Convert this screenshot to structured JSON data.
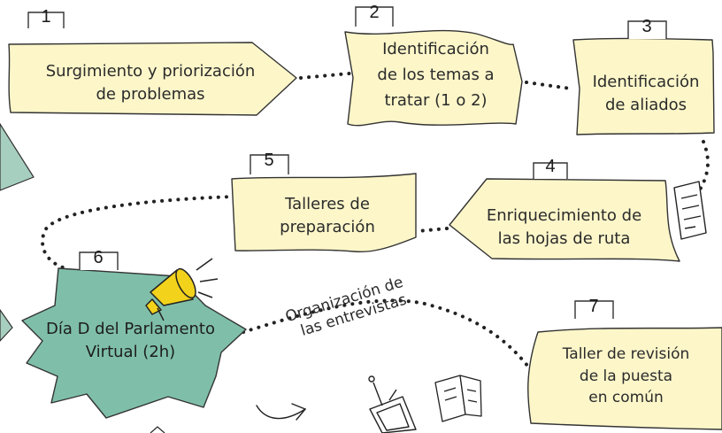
{
  "colors": {
    "step_fill": "#fcf6c9",
    "step_stroke": "#333333",
    "event_fill": "#7fbfa9",
    "side_fill": "#a7cfc0",
    "dots": "#222222"
  },
  "steps": [
    {
      "number": "1",
      "lines": [
        "Surgimiento y priorización",
        "de problemas"
      ]
    },
    {
      "number": "2",
      "lines": [
        "Identificación",
        "de los temas a",
        "tratar (1 o 2)"
      ]
    },
    {
      "number": "3",
      "lines": [
        "Identificación",
        "de aliados"
      ]
    },
    {
      "number": "4",
      "lines": [
        "Enriquecimiento de",
        "las hojas de ruta"
      ]
    },
    {
      "number": "5",
      "lines": [
        "Talleres de",
        "preparación"
      ]
    },
    {
      "number": "6",
      "lines": [
        "Día D del Parlamento",
        "Virtual (2h)"
      ]
    },
    {
      "number": "7",
      "lines": [
        "Taller de revisión",
        "de la puesta",
        "en común"
      ]
    }
  ],
  "note": {
    "lines": [
      "Organización de",
      "las entrevistas"
    ]
  },
  "icons": [
    "megaphone-icon",
    "clipboard-icon",
    "document-icon",
    "television-icon",
    "arrow-icon"
  ]
}
